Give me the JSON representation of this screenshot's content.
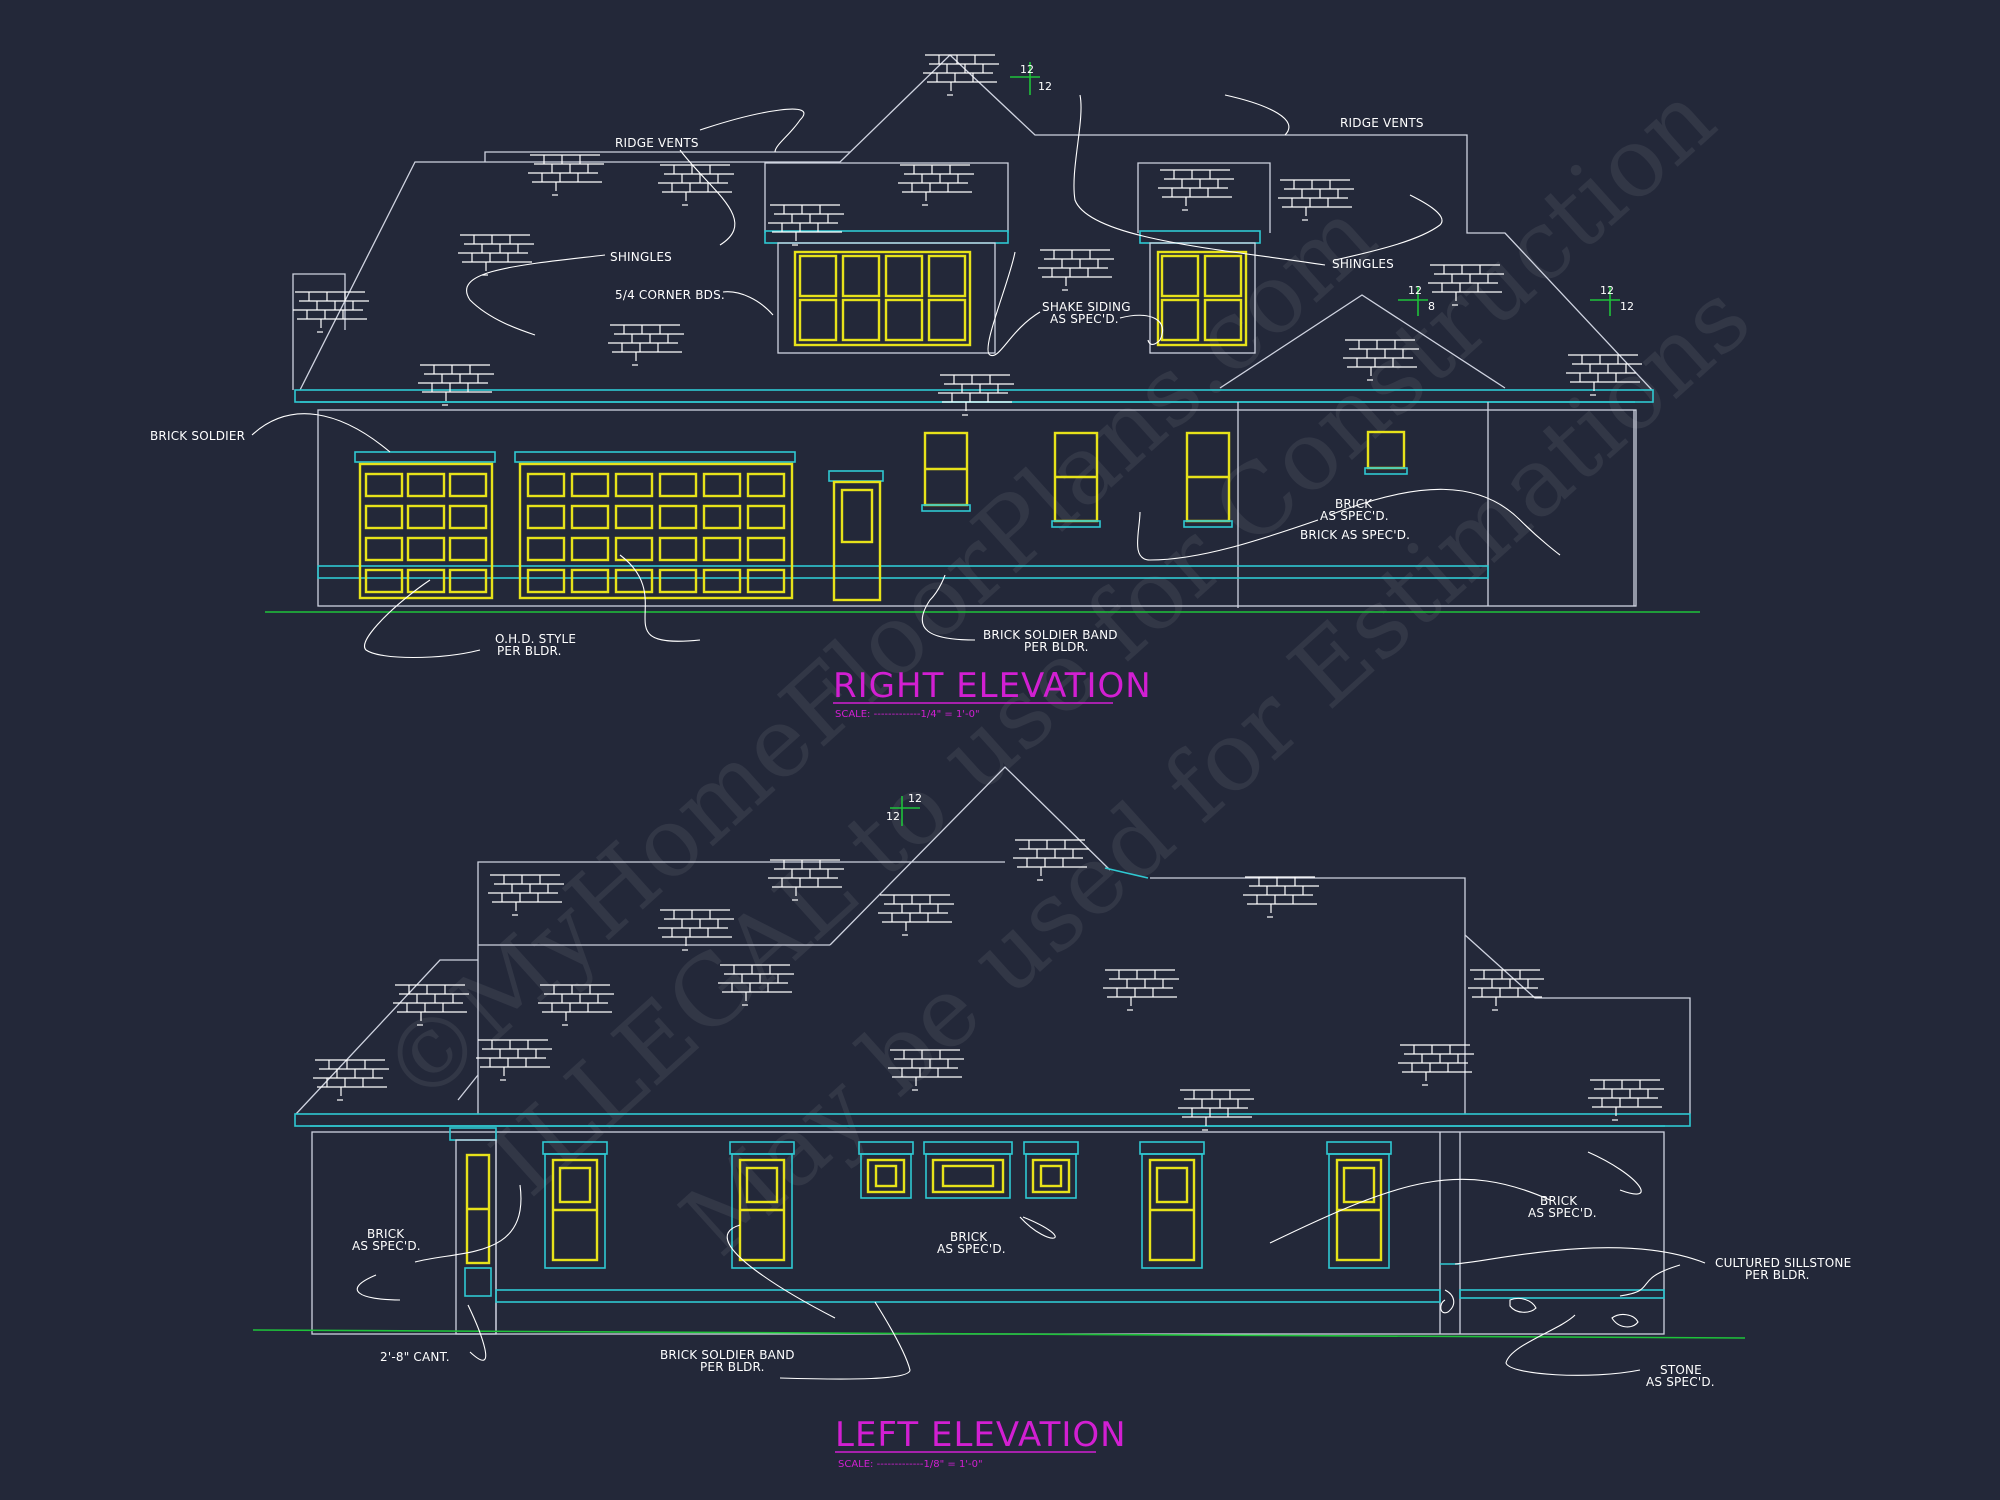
{
  "watermark": {
    "line1": "©MyHomeFloorPlans.com",
    "line2": "ILLEGAL to use for Construction",
    "line3": "May be used for Estimations"
  },
  "right_elevation": {
    "title": "RIGHT ELEVATION",
    "scale": "SCALE: -------------1/4\" = 1'-0\"",
    "pitch_main": [
      "12",
      "12"
    ],
    "pitch_mid": [
      "12",
      "8"
    ],
    "pitch_right": [
      "12",
      "12"
    ],
    "labels": {
      "ridge_vents_left": "RIDGE VENTS",
      "ridge_vents_right": "RIDGE VENTS",
      "shingles_left": "SHINGLES",
      "shingles_right": "SHINGLES",
      "corner_bds": "5/4 CORNER BDS.",
      "shake_siding_1": "SHAKE SIDING",
      "shake_siding_2": "AS SPEC'D.",
      "brick_soldier": "BRICK SOLDIER",
      "brick_1": "BRICK",
      "brick_2": "AS SPEC'D.",
      "brick_as_specd": "BRICK AS SPEC'D.",
      "ohd_1": "O.H.D. STYLE",
      "ohd_2": "PER BLDR.",
      "band_1": "BRICK SOLDIER BAND",
      "band_2": "PER BLDR."
    }
  },
  "left_elevation": {
    "title": "LEFT ELEVATION",
    "scale": "SCALE: -------------1/8\" = 1'-0\"",
    "pitch_main": [
      "12",
      "12"
    ],
    "labels": {
      "brick_left_1": "BRICK",
      "brick_left_2": "AS SPEC'D.",
      "brick_mid_1": "BRICK",
      "brick_mid_2": "AS SPEC'D.",
      "brick_right_1": "BRICK",
      "brick_right_2": "AS SPEC'D.",
      "cant": "2'-8\" CANT.",
      "band_1": "BRICK SOLDIER BAND",
      "band_2": "PER BLDR.",
      "sillstone_1": "CULTURED SILLSTONE",
      "sillstone_2": "PER BLDR.",
      "stone_1": "STONE",
      "stone_2": "AS SPEC'D."
    }
  },
  "colors": {
    "background": "#232839",
    "title": "#d21fd2",
    "windows": "#e7e21a",
    "trim": "#2fc9d2",
    "ground": "#1ec23a",
    "linework": "#cfd3e0"
  }
}
